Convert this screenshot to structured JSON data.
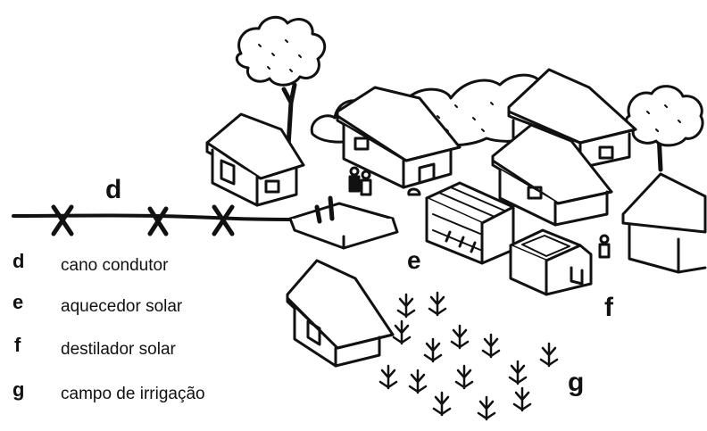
{
  "diagram": {
    "labels_on_scene": {
      "d": "d",
      "e": "e",
      "f": "f",
      "g": "g"
    },
    "legend": [
      {
        "letter": "d",
        "text": "cano condutor"
      },
      {
        "letter": "e",
        "text": "aquecedor solar"
      },
      {
        "letter": "f",
        "text": "destilador solar"
      },
      {
        "letter": "g",
        "text": "campo de irrigação"
      }
    ],
    "ink_color": "#111111",
    "background_color": "#ffffff",
    "elements": [
      "pipe-with-x-marks",
      "water-tank",
      "solar-heater",
      "solar-still",
      "houses",
      "trees",
      "people",
      "irrigated-plants"
    ]
  }
}
